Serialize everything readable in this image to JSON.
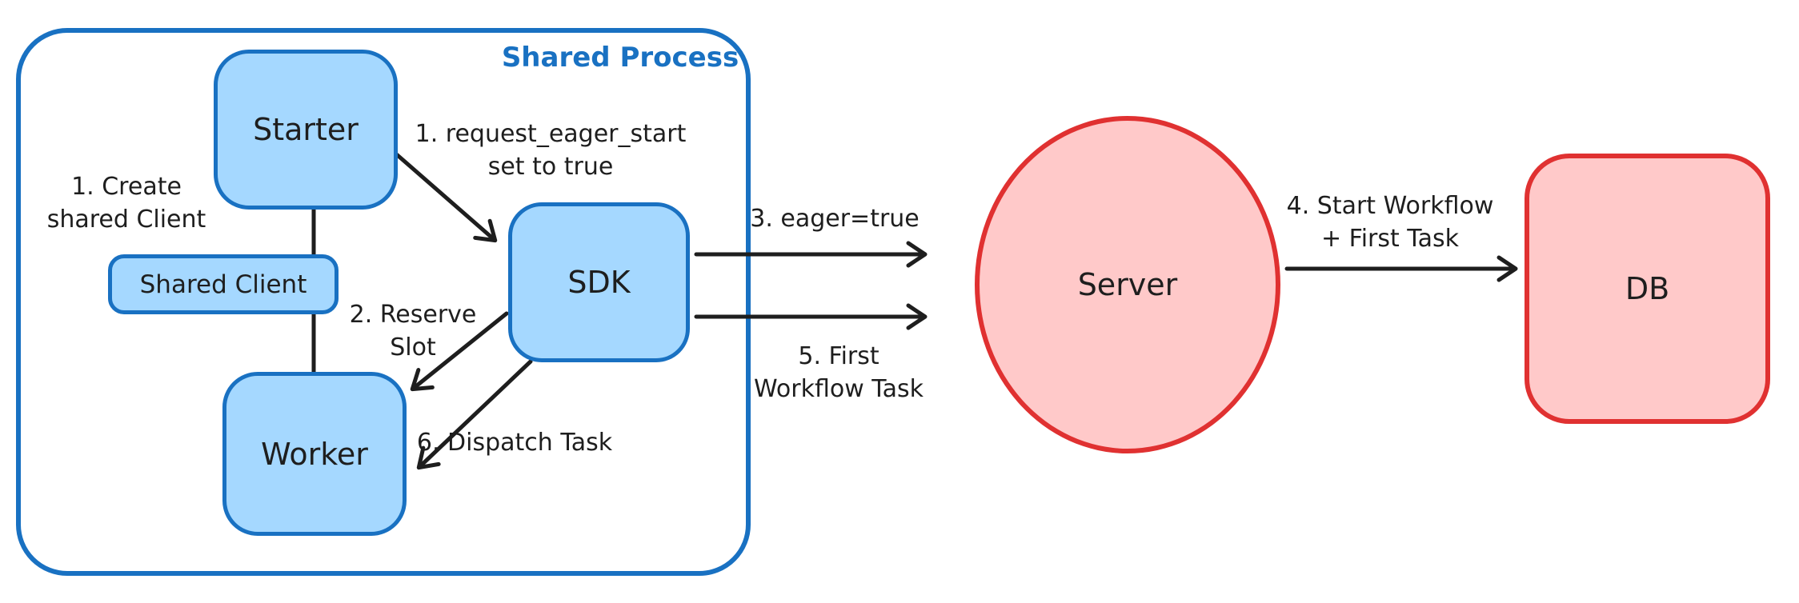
{
  "colors": {
    "blue-stroke": "#1971c2",
    "blue-fill": "#a5d8ff",
    "red-stroke": "#e03131",
    "red-fill": "#ffc9c9",
    "ink": "#1e1e1e",
    "bg": "#ffffff"
  },
  "container": {
    "label": "Shared Process"
  },
  "nodes": {
    "starter": {
      "label": "Starter"
    },
    "shared_client": {
      "label": "Shared Client"
    },
    "worker": {
      "label": "Worker"
    },
    "sdk": {
      "label": "SDK"
    },
    "server": {
      "label": "Server"
    },
    "db": {
      "label": "DB"
    }
  },
  "annotations": {
    "create_shared_client": "1. Create\nshared Client",
    "request_eager_start": "1. request_eager_start\nset to true",
    "reserve_slot": "2. Reserve\nSlot",
    "eager_true": "3. eager=true",
    "start_workflow": "4. Start Workflow\n+ First Task",
    "first_workflow_task": "5. First\nWorkflow Task",
    "dispatch_task": "6. Dispatch Task"
  }
}
